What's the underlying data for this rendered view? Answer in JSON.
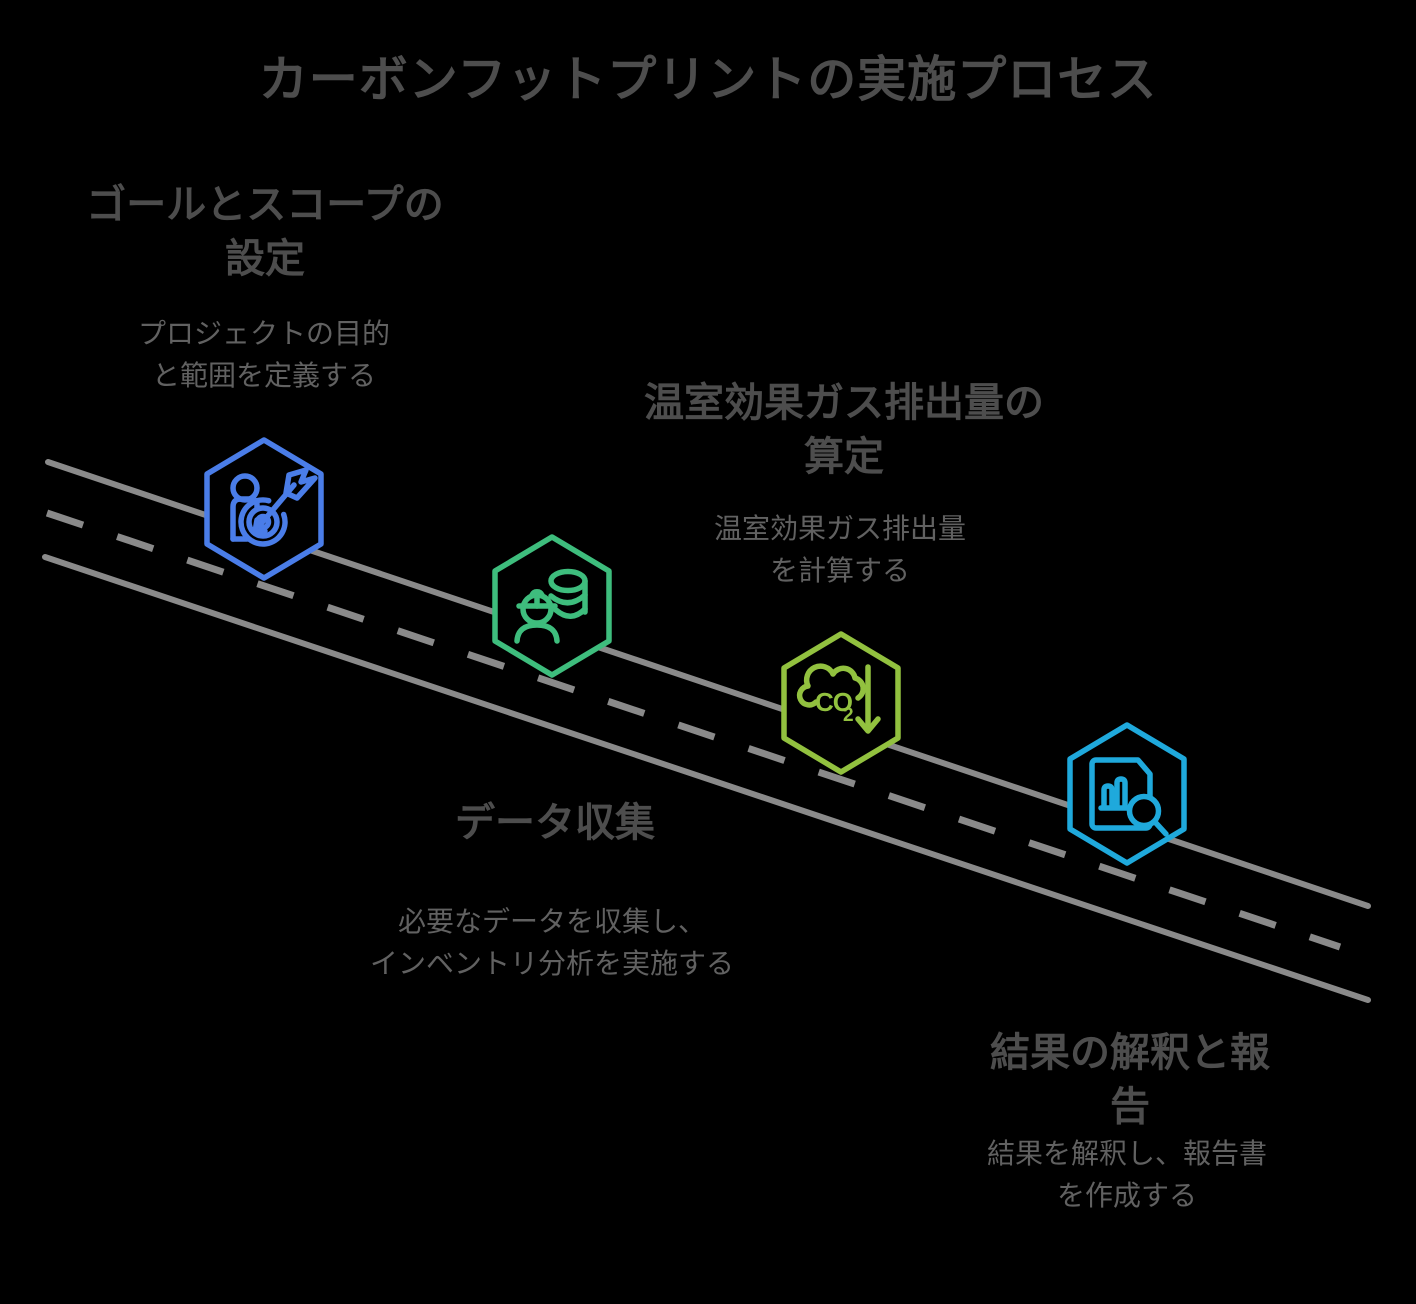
{
  "title": "カーボンフットプリントの実施プロセス",
  "colors": {
    "background": "#000000",
    "title_text": "#4d4d4d",
    "heading_text": "#4d4d4d",
    "description_text": "#616161",
    "road": "#8a8a8a"
  },
  "steps": [
    {
      "heading": "ゴールとスコープの\n設定",
      "description": "プロジェクトの目的\nと範囲を定義する",
      "icon": "person-target-icon",
      "color": "#4a7de8"
    },
    {
      "heading": "データ収集",
      "description": "必要なデータを収集し、\nインベントリ分析を実施する",
      "icon": "worker-database-icon",
      "color": "#3ebd7d"
    },
    {
      "heading": "温室効果ガス排出量の\n算定",
      "description": "温室効果ガス排出量\nを計算する",
      "icon": "co2-reduction-icon",
      "color": "#92c13f",
      "icon_text_main": "CO",
      "icon_text_sub": "2"
    },
    {
      "heading": "結果の解釈と報告",
      "description": "結果を解釈し、報告書\nを作成する",
      "icon": "report-analysis-icon",
      "color": "#1fa9dc"
    }
  ]
}
